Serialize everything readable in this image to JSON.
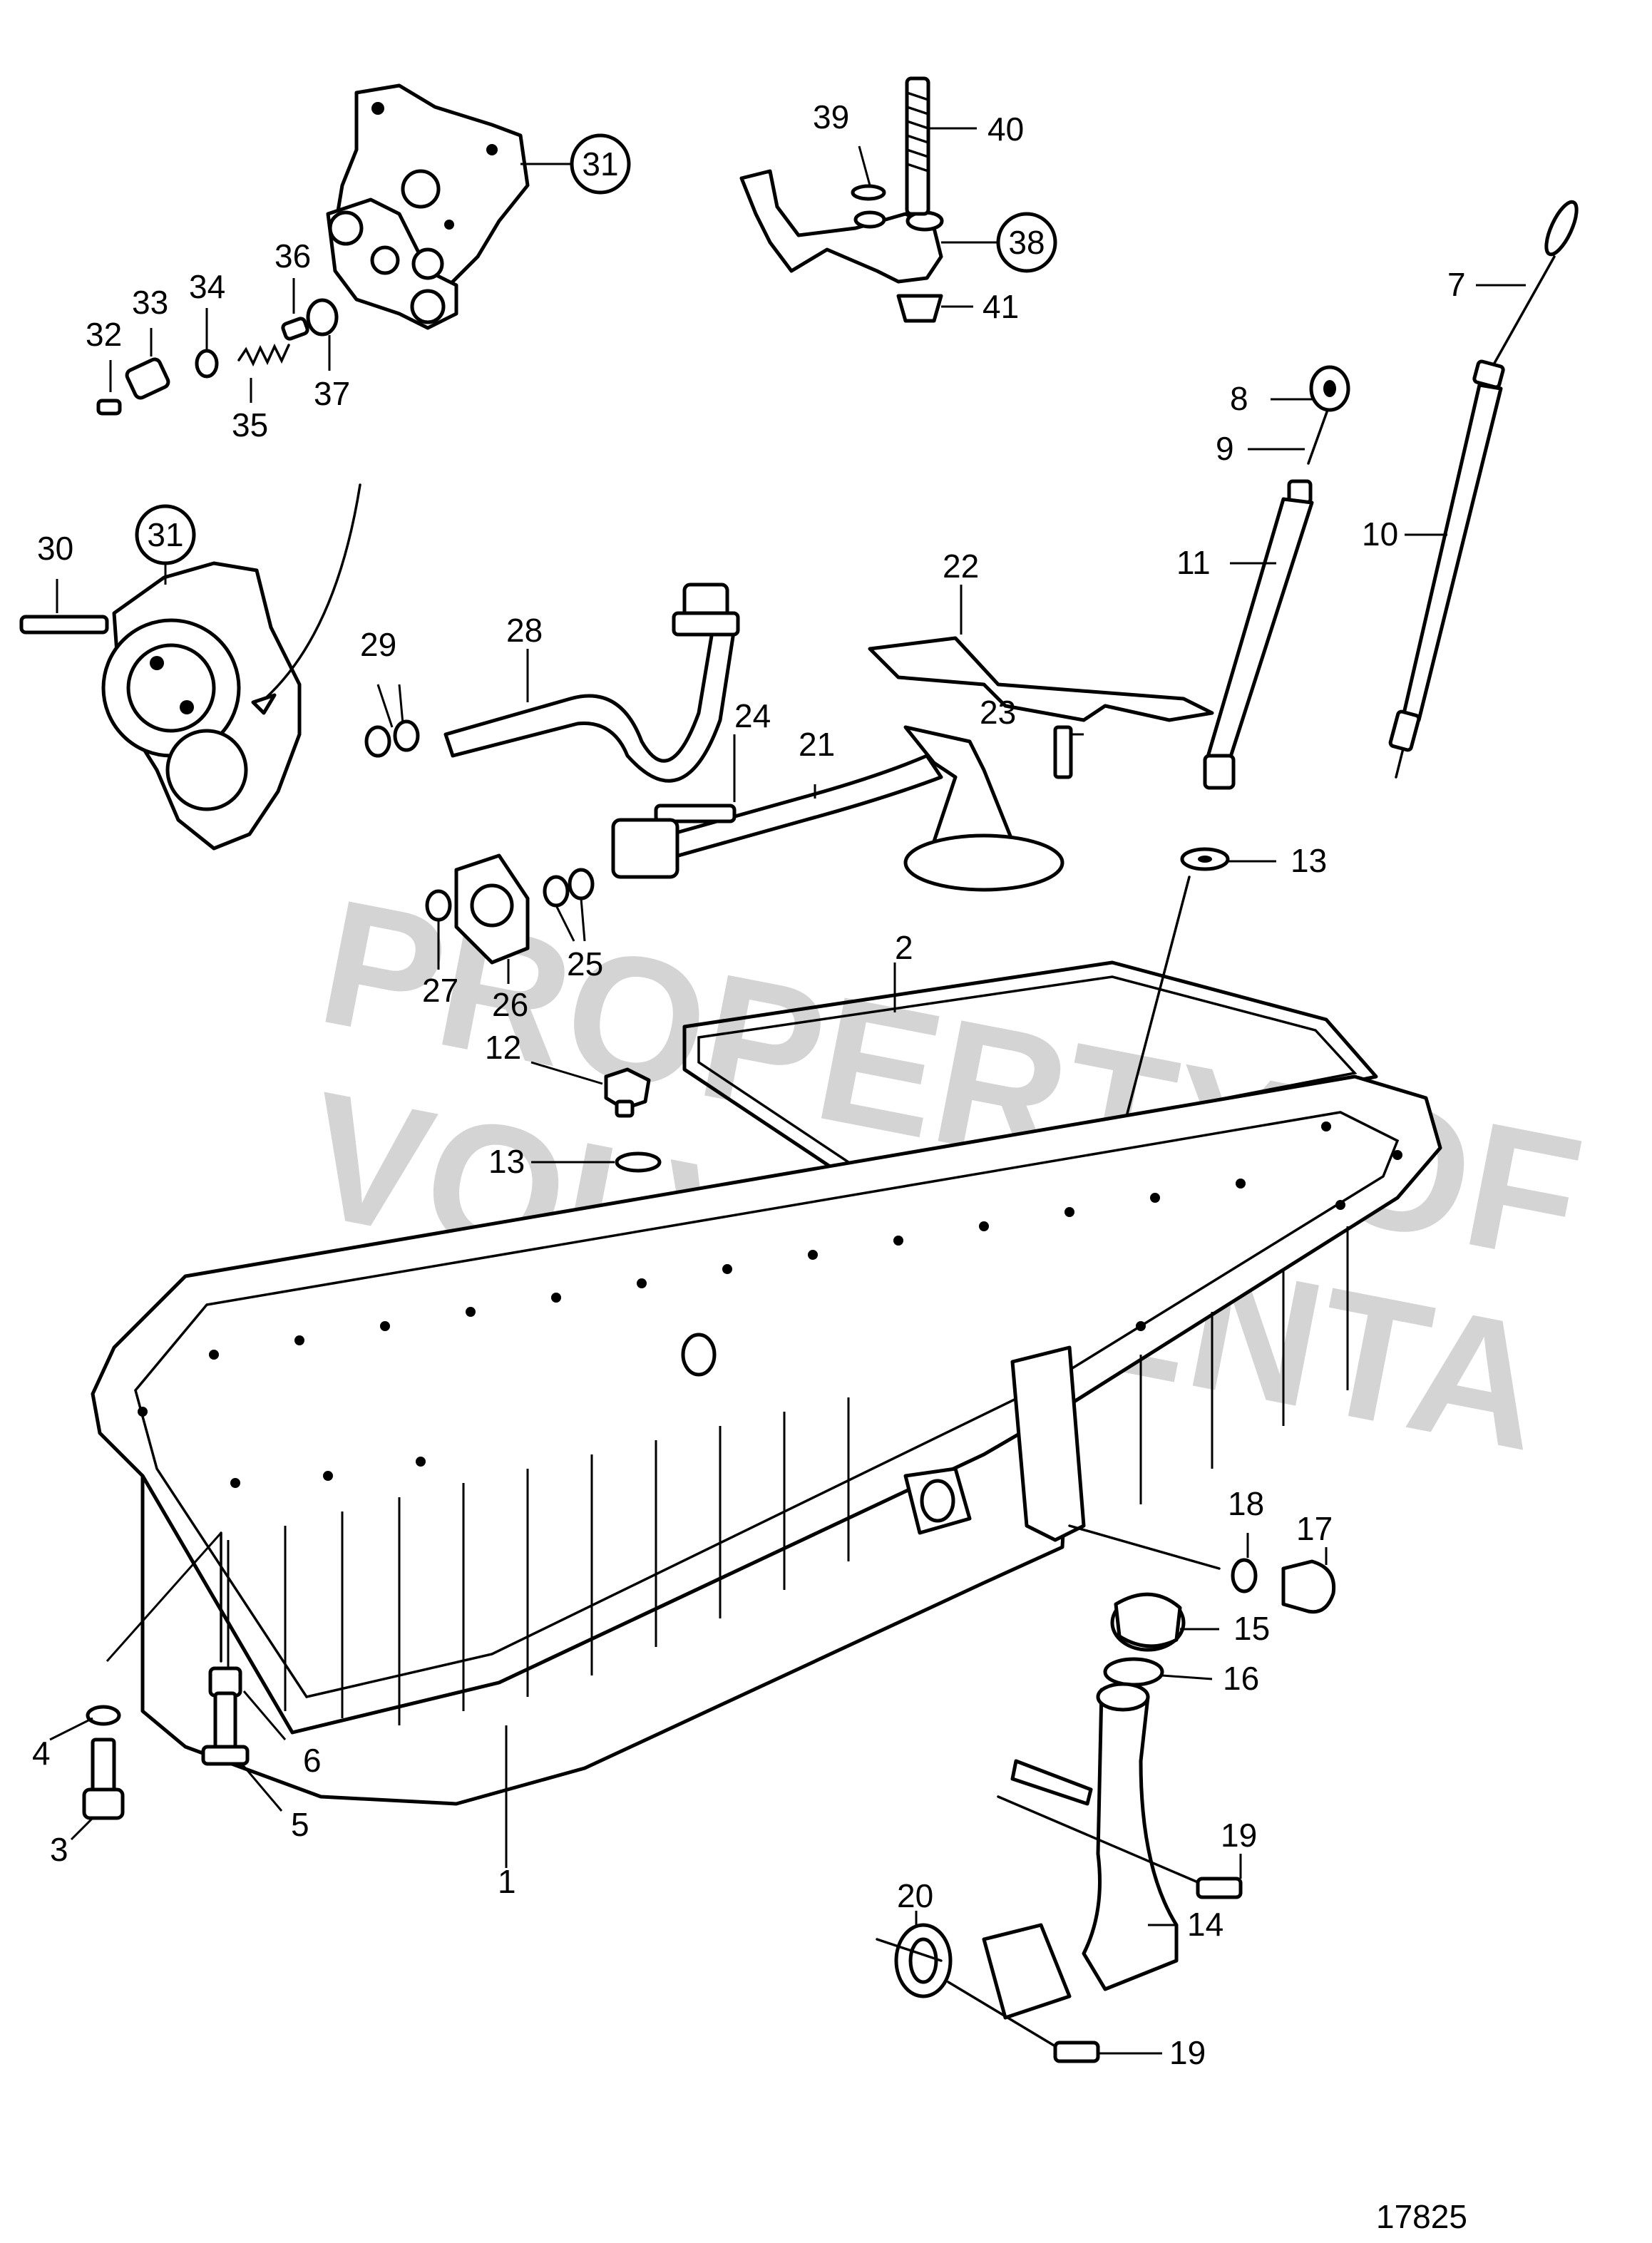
{
  "drawing_number": "17825",
  "watermark": {
    "line1": "PROPERTY OF",
    "line2": "VOLVO PENTA"
  },
  "callouts": [
    {
      "id": "1",
      "text": "1"
    },
    {
      "id": "2",
      "text": "2"
    },
    {
      "id": "3",
      "text": "3"
    },
    {
      "id": "4",
      "text": "4"
    },
    {
      "id": "5",
      "text": "5"
    },
    {
      "id": "6",
      "text": "6"
    },
    {
      "id": "7",
      "text": "7"
    },
    {
      "id": "8",
      "text": "8"
    },
    {
      "id": "9",
      "text": "9"
    },
    {
      "id": "10",
      "text": "10"
    },
    {
      "id": "11",
      "text": "11"
    },
    {
      "id": "12",
      "text": "12"
    },
    {
      "id": "13a",
      "text": "13"
    },
    {
      "id": "13b",
      "text": "13"
    },
    {
      "id": "14",
      "text": "14"
    },
    {
      "id": "15",
      "text": "15"
    },
    {
      "id": "16",
      "text": "16"
    },
    {
      "id": "17",
      "text": "17"
    },
    {
      "id": "18",
      "text": "18"
    },
    {
      "id": "19a",
      "text": "19"
    },
    {
      "id": "19b",
      "text": "19"
    },
    {
      "id": "20",
      "text": "20"
    },
    {
      "id": "21",
      "text": "21"
    },
    {
      "id": "22",
      "text": "22"
    },
    {
      "id": "23",
      "text": "23"
    },
    {
      "id": "24",
      "text": "24"
    },
    {
      "id": "25",
      "text": "25"
    },
    {
      "id": "26",
      "text": "26"
    },
    {
      "id": "27",
      "text": "27"
    },
    {
      "id": "28",
      "text": "28"
    },
    {
      "id": "29",
      "text": "29"
    },
    {
      "id": "30",
      "text": "30"
    },
    {
      "id": "31a",
      "text": "31"
    },
    {
      "id": "31b",
      "text": "31"
    },
    {
      "id": "32",
      "text": "32"
    },
    {
      "id": "33",
      "text": "33"
    },
    {
      "id": "34",
      "text": "34"
    },
    {
      "id": "35",
      "text": "35"
    },
    {
      "id": "36",
      "text": "36"
    },
    {
      "id": "37",
      "text": "37"
    },
    {
      "id": "38",
      "text": "38"
    },
    {
      "id": "39",
      "text": "39"
    },
    {
      "id": "40",
      "text": "40"
    },
    {
      "id": "41",
      "text": "41"
    }
  ]
}
